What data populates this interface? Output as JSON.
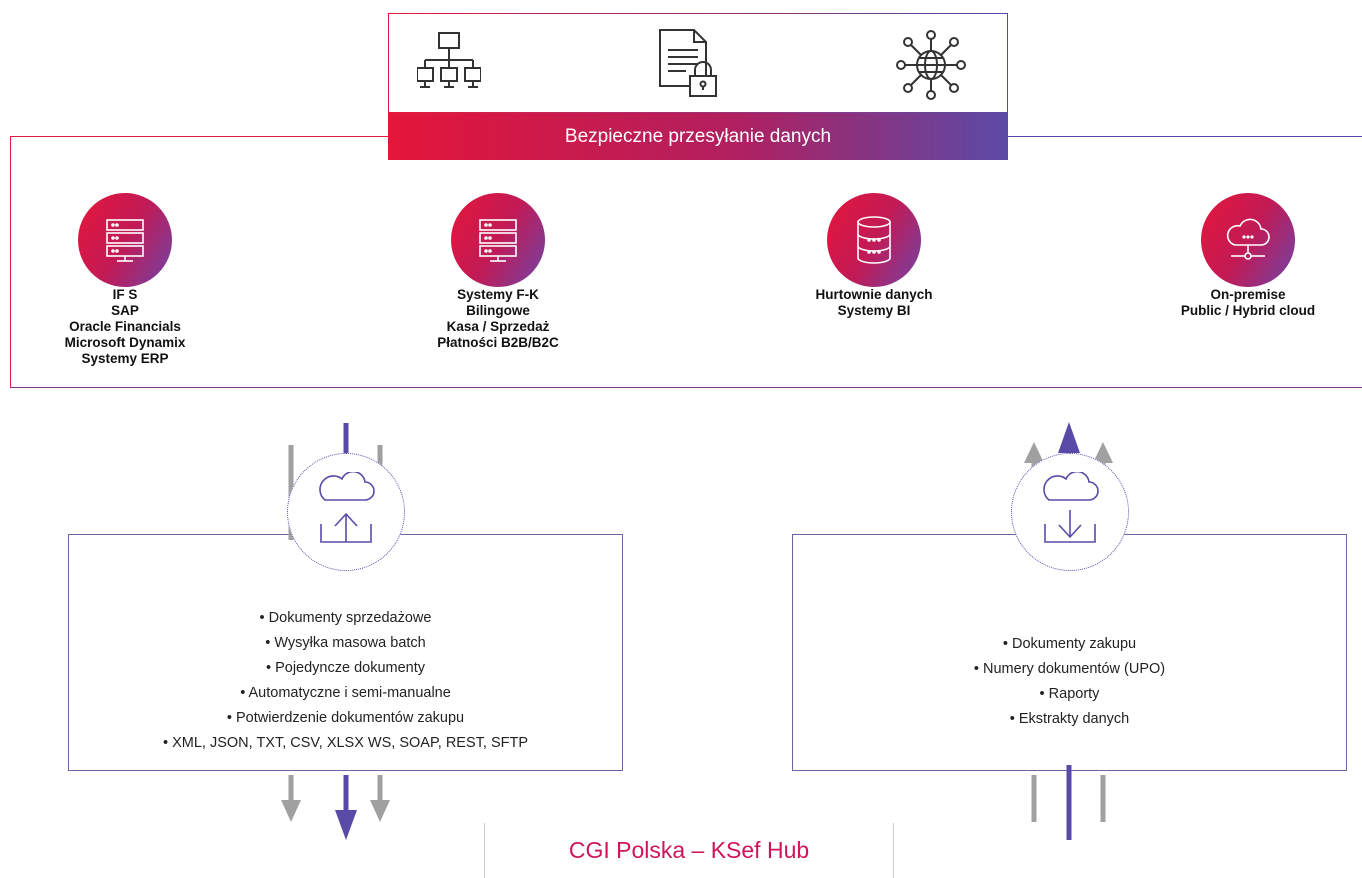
{
  "banner": {
    "title": "Bezpieczne przesyłanie danych"
  },
  "top_icons": [
    "network-hierarchy-icon",
    "secure-document-icon",
    "globe-network-icon"
  ],
  "systems": [
    {
      "icon": "server-rack-icon",
      "lines": [
        "IF S",
        "SAP",
        "Oracle Financials",
        "Microsoft Dynamix",
        "Systemy ERP"
      ]
    },
    {
      "icon": "server-rack-icon",
      "lines": [
        "Systemy F-K",
        "Bilingowe",
        "Kasa / Sprzedaż",
        "Płatności B2B/B2C"
      ]
    },
    {
      "icon": "database-icon",
      "lines": [
        "Hurtownie danych",
        "Systemy BI"
      ]
    },
    {
      "icon": "cloud-server-icon",
      "lines": [
        "On-premise",
        "Public / Hybrid cloud"
      ]
    }
  ],
  "upload_panel": {
    "icon": "cloud-upload-icon",
    "items": [
      "• Dokumenty sprzedażowe",
      "• Wysyłka masowa batch",
      "• Pojedyncze dokumenty",
      "• Automatyczne i semi-manualne",
      "• Potwierdzenie dokumentów zakupu",
      "• XML, JSON, TXT, CSV, XLSX WS, SOAP, REST, SFTP"
    ]
  },
  "download_panel": {
    "icon": "cloud-download-icon",
    "items": [
      "• Dokumenty zakupu",
      "• Numery dokumentów (UPO)",
      "• Raporty",
      "• Ekstrakty danych"
    ]
  },
  "footer": {
    "title": "CGI Polska – KSef Hub"
  },
  "colors": {
    "red": "#e31b3d",
    "purple": "#5a4aa8",
    "gray": "#a0a0a0",
    "footer": "#d0145a"
  }
}
